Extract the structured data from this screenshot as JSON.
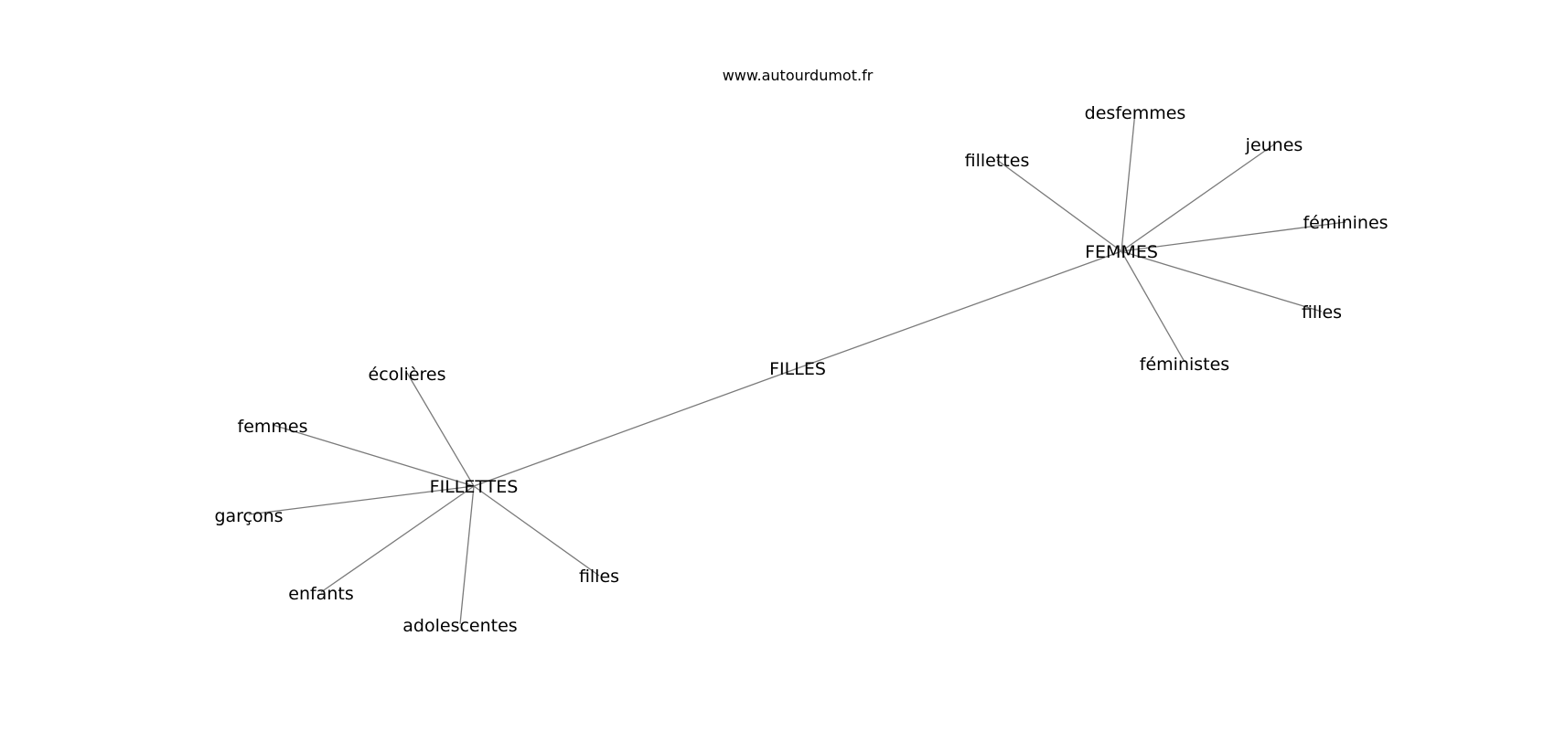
{
  "site": "www.autourdumot.fr",
  "nodes": {
    "filles": "FILLES",
    "femmes": "FEMMES",
    "fillettes": "FILLETTES",
    "femmes_desfemmes": "desfemmes",
    "femmes_jeunes": "jeunes",
    "femmes_fillettes": "fillettes",
    "femmes_feminines": "féminines",
    "femmes_filles": "filles",
    "femmes_feministes": "féministes",
    "fillettes_ecolieres": "écolières",
    "fillettes_femmes": "femmes",
    "fillettes_garcons": "garçons",
    "fillettes_enfants": "enfants",
    "fillettes_adolescentes": "adolescentes",
    "fillettes_filles": "filles"
  },
  "edges": [
    [
      "filles",
      "femmes"
    ],
    [
      "filles",
      "fillettes"
    ],
    [
      "femmes",
      "femmes_desfemmes"
    ],
    [
      "femmes",
      "femmes_jeunes"
    ],
    [
      "femmes",
      "femmes_fillettes"
    ],
    [
      "femmes",
      "femmes_feminines"
    ],
    [
      "femmes",
      "femmes_filles"
    ],
    [
      "femmes",
      "femmes_feministes"
    ],
    [
      "fillettes",
      "fillettes_ecolieres"
    ],
    [
      "fillettes",
      "fillettes_femmes"
    ],
    [
      "fillettes",
      "fillettes_garcons"
    ],
    [
      "fillettes",
      "fillettes_enfants"
    ],
    [
      "fillettes",
      "fillettes_adolescentes"
    ],
    [
      "fillettes",
      "fillettes_filles"
    ]
  ]
}
